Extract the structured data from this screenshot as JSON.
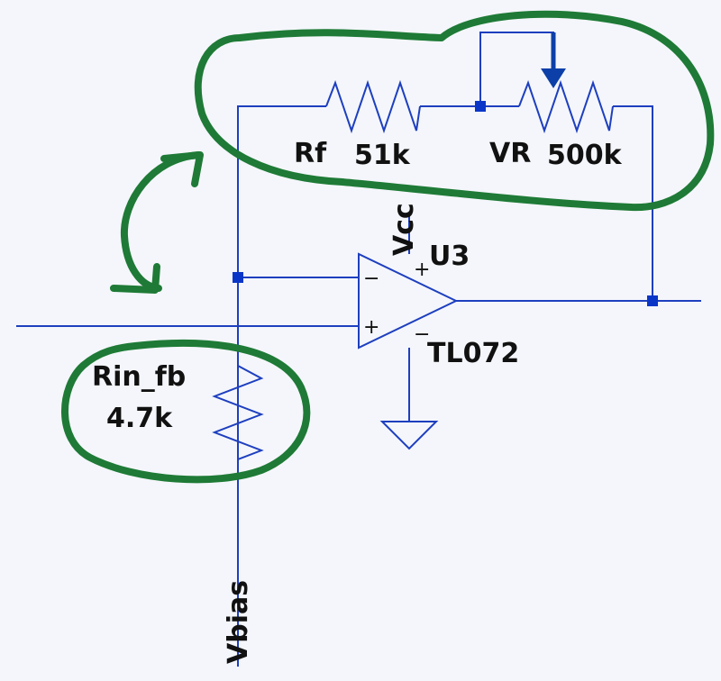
{
  "schematic": {
    "feedback_resistor": {
      "ref": "Rf",
      "value": "51k"
    },
    "potentiometer": {
      "ref": "VR",
      "value": "500k"
    },
    "opamp": {
      "ref": "U3",
      "model": "TL072",
      "supply_pos": "Vcc",
      "inv_sign": "−",
      "noninv_sign": "+",
      "vplus_sign": "+",
      "vminus_sign": "−"
    },
    "input_resistor": {
      "ref": "Rin_fb",
      "value": "4.7k"
    },
    "bias_net": "Vbias"
  },
  "colors": {
    "background": "#f4f6fb",
    "wire": "#1e3fbf",
    "junction": "#0a36c8",
    "wiper_arrow": "#0d3fa8",
    "annotation": "#1e7a36"
  }
}
